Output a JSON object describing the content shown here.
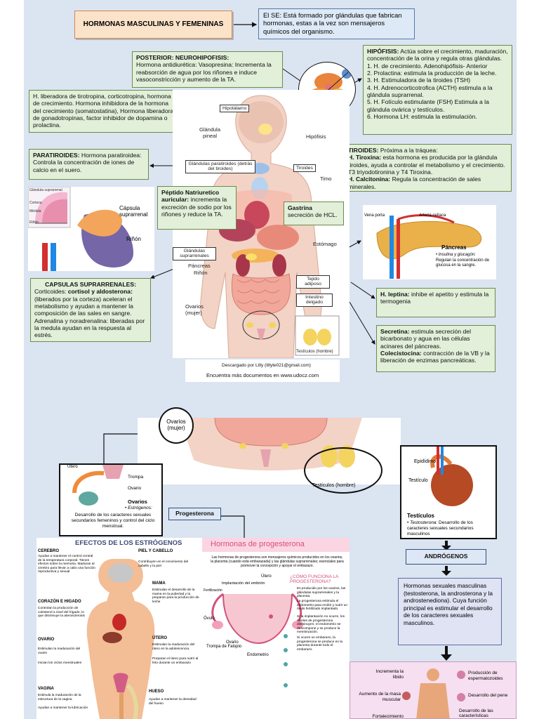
{
  "title": "HORMONAS MASCULINAS Y FEMENINAS",
  "se_box": "El SE: Está formado por glándulas que fabrican hormonas, estas a la vez son mensajeros químicos del organismo.",
  "neurohipofisis": {
    "heading": "POSTERIOR: NEUROHIPOFISIS:",
    "text": "Hormona antidiurética: Vasopresina: Incrementa la reabsorción de agua por los riñones e induce vasoconstricción y aumento de la TA."
  },
  "hipotalamo_box": "H. liberadora de tirotropina, corticotropina, hormona de crecimiento. Hormona inhibidora de la hormona del crecimiento (somatostatina), Hormona liberadora de gonadotropinas, factor inhibidor de dopamina o prolactina.",
  "hipofisis": {
    "heading": "HIPÓFISIS:",
    "intro": "Actúa sobre el crecimiento, maduración, concentración de la orina y regula otras glándulas.",
    "items": [
      "1.  H. de crecimiento. Adenohipófisis- Anterior",
      "2.  Prolactina: estimula la producción de la leche.",
      "3.  H. Estimuladora de la tiroides (TSH)",
      "4.  H. Adrenocorticotrofica (ACTH) estimula a la glándula suprarrenal.",
      "5.  H. Folículo estimulante (FSH) Estimula a la glándula ovárica y testículos.",
      "6.  Hormona LH: estimula la estimulación."
    ]
  },
  "paratiroides": {
    "heading": "PARATIROIDES:",
    "text": "Hormona paratiroidea: Controla la concentración de iones de calcio en el suero."
  },
  "tiroides": {
    "heading": "TIROIDES:",
    "line1": "Próxima a la tráquea:",
    "t_heading": "H. Tiroxina:",
    "t_text": "esta hormona es producida por la glándula tiroides, ayuda a controlar el metabolismo y el crecimiento. T3 triyodotironina y T4 Tiroxina.",
    "c_heading": "H. Calcitonina:",
    "c_text": "Regula la concentración de sales minerales."
  },
  "peptido": {
    "heading": "Péptido Natriuretico auricular:",
    "text": "incrementa la excreción de sodio por los riñones y reduce la TA."
  },
  "gastrina": {
    "heading": "Gastrina",
    "text": "secreción de HCL."
  },
  "capsulas": {
    "heading": "CAPSULAS SUPRARRENALES:",
    "text1": "Corticoides:",
    "bold1": "cortisol y aldosterona:",
    "text2": "(liberados por la corteza) aceleran el metabolismo y ayudan a mantener la composición de las sales en sangre. Adrenalina y noradrenalina: liberadas por la medula ayudan en la respuesta al estrés."
  },
  "leptina": {
    "heading": "H. leptina:",
    "text": "inhibe el apetito y estimula la termogenia"
  },
  "secretina": {
    "heading": "Secretina:",
    "text": "estimula secreción del bicarbonato y agua en las células acinares del páncreas.",
    "heading2": "Colecistocina:",
    "text2": "contracción de la VB y la liberación de enzimas pancreáticas."
  },
  "body_labels": {
    "hipotalamo": "Hipotálamo",
    "pineal": "Glándula pineal",
    "hipofisis": "Hipófisis",
    "paratiroides": "Glándulas paratiroides (detrás del tiroides)",
    "tiroides": "Tiroides",
    "timo": "Timo",
    "estomago": "Estómago",
    "suprarrenales": "Glándulas suprarrenales",
    "pancreas": "Páncreas",
    "rinon": "Riñón",
    "tejido": "Tejido adiposo",
    "intestino": "Intestino delgado",
    "ovarios": "Ovarios (mujer)",
    "testiculos": "Testículos (hombre)"
  },
  "adrenal_inset": {
    "capsula": "Cápsula suprarrenal",
    "rinon": "Riñón",
    "glandula": "Glándula suprarrenal",
    "corteza": "Corteza",
    "medula": "Médula",
    "rinon_small": "Riñón"
  },
  "pancreas_inset": {
    "vena": "Vena porta",
    "arteria": "Arteria celíaca",
    "title": "Páncreas",
    "sub1": "• Insulina y glucagón:",
    "sub2": "Regulan la concentración de glucosa en la sangre."
  },
  "footer": {
    "line1": "Descargado por Lilly (lillyte021@gmail.com)",
    "line2": "Encuentra más documentos en www.udocz.com"
  },
  "lower": {
    "ovarios_label": "Ovarios (mujer)",
    "testiculos_label": "Testículos (hombre)",
    "ovary_inset": {
      "utero": "Útero",
      "trompa": "Trompa",
      "ovario": "Ovario",
      "title": "Ovarios",
      "sub": "• Estrógenos:",
      "text": "Desarrollo de los caracteres sexuales secundarios femeninos y control del ciclo menstrual."
    },
    "testis_inset": {
      "epididimo": "Epidídimo",
      "testiculo": "Testículo",
      "title": "Testículos",
      "sub": "• Testosterona:",
      "text": "Desarrollo de los caracteres sexuales secundarios masculinos"
    },
    "progesterona": "Progesterona",
    "androgenos": "ANDRÓGENOS",
    "androgen_text": "Hormonas sexuales masculinas (testosterona, la androsterona y la androstenediona). Cuya función principal es estimular el desarrollo de los caracteres sexuales masculinos.",
    "estrogen_panel": {
      "title": "EFECTOS DE LOS ESTRÓGENOS",
      "cerebro": "CEREBRO",
      "cerebro_text": "Ayudan a mantener el control central de la temperatura corporal. Tienen efectos sobre la memoria. Maduran al cerebro para llevar a cabo una función reproductiva y sexual",
      "piel": "PIEL Y CABELLO",
      "piel_text": "Contribuyen en el crecimiento del cabello y la piel",
      "mama": "MAMA",
      "mama_text": "Estimulan el desarrollo de la mama en la pubertad y la preparan para la producción de leche",
      "corazon": "CORAZÓN E HIGADO",
      "corazon_text": "Controlan la producción de colesterol a nivel del hígado, lo que disminuye la aterosclerosis",
      "ovario": "OVARIO",
      "ovario_text": "Estimulan la maduración del ovario",
      "ovario_text2": "Inician los ciclos menstruales",
      "utero": "ÚTERO",
      "utero_text": "Estimulan la maduración del útero en la adolescencia.",
      "utero_text2": "Preparan el útero para nutrir al feto durante un embarazo",
      "vagina": "VAGINA",
      "vagina_text": "Estimula la maduración de la estructura de la vagina",
      "vagina_text2": "Ayudan a mantener la lubricación",
      "hueso": "HUESO",
      "hueso_text": "Ayudan a mantener la densidad del hueso"
    },
    "progest_panel": {
      "title": "Hormonas de progesterona",
      "intro": "Las hormonas de progesterona son mensajeros químicos producidos en los ovarios, la placenta (cuando está embarazada) y las glándulas suprarrenales; esenciales para promover la concepción y apoyar el embarazo.",
      "q": "¿CÓMO FUNCIONA LA PROGESTERONA?",
      "p1": "Es producido por los ovarios, las glándulas suprarrenales y la placenta.",
      "p2": "La progesterona estimula el endometrio para recibir y nutrir un óvulo fertilizado implantado.",
      "p3": "Si la implantación no ocurre, los niveles de progesterona disminuyen, el endometrio se descompone y se produce la menstruación.",
      "p4": "Si ocurre un embarazo, la progesterona se produce en la placenta durante todo el embarazo.",
      "utero": "Útero",
      "implantacion": "Implantación del embrión",
      "fertilizacion": "Fertilización",
      "ovulo": "Óvulo",
      "ovario": "Ovario",
      "trompa": "Trompa de Falopio",
      "endometrio": "Endometrio"
    },
    "male_panel": {
      "libido": "Incrementa la libido",
      "esperma": "Producción de espermatozoides",
      "masa": "Aumento de la masa muscular",
      "pene": "Desarrollo del pene",
      "fortalecimiento": "Fortalecimiento",
      "caracteres": "Desarrollo de las características"
    }
  }
}
